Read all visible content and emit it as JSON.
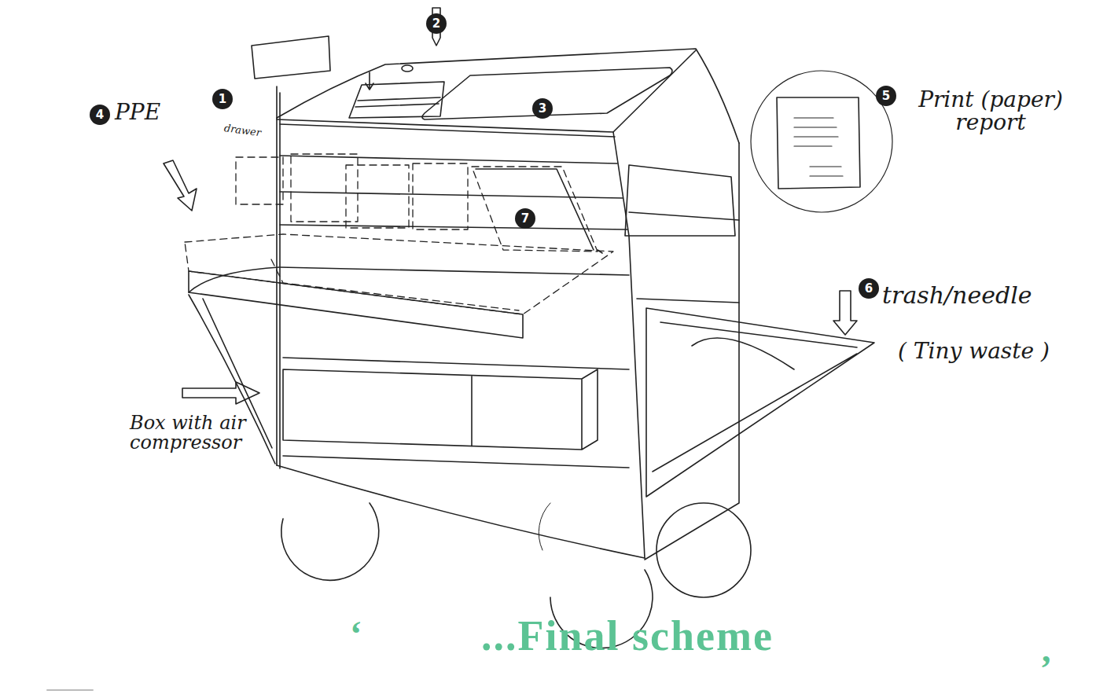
{
  "diagram": {
    "caption": "...Final scheme",
    "nodes": [
      {
        "text": [
          "2"
        ]
      },
      {
        "text": [
          "4"
        ]
      },
      {
        "text": [
          "1"
        ]
      },
      {
        "text": [
          "3"
        ]
      },
      {
        "text": [
          "5"
        ]
      },
      {
        "text": [
          "7"
        ]
      },
      {
        "text": [
          "6"
        ]
      }
    ],
    "labels": [
      "PPE",
      "drawer",
      "Print (paper) report",
      "trash/needle",
      "( Tiny waste )",
      "Box with air compressor",
      "‘",
      ","
    ]
  }
}
